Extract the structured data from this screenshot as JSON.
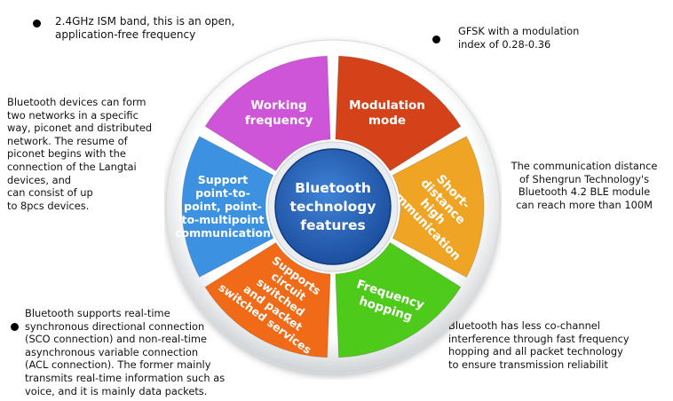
{
  "center": {
    "lines": [
      "Bluetooth",
      "technology",
      "features"
    ]
  },
  "segments": [
    {
      "key": "working-frequency",
      "lines": [
        "Working",
        "frequency"
      ],
      "color": "#cf55d8"
    },
    {
      "key": "modulation-mode",
      "lines": [
        "Modulation",
        "mode"
      ],
      "color": "#d4421a"
    },
    {
      "key": "short-distance",
      "lines": [
        "Short-",
        "distance",
        "high",
        "communication"
      ],
      "color": "#f0a424"
    },
    {
      "key": "frequency-hopping",
      "lines": [
        "Frequency",
        "hopping"
      ],
      "color": "#4ecb1a"
    },
    {
      "key": "circuit-packet",
      "lines": [
        "Supports",
        "circuit",
        "switched",
        "and packet",
        "switched services"
      ],
      "color": "#f06a17"
    },
    {
      "key": "point-to-point",
      "lines": [
        "Support",
        "point-to-",
        "point, point-",
        "to-multipoint",
        "communication"
      ],
      "color": "#3c92e0"
    }
  ],
  "notes": {
    "top_left": "2.4GHz ISM band, this is an open,\napplication-free frequency",
    "top_right": "GFSK with a modulation\nindex of 0.28-0.36",
    "left": "Bluetooth devices can form\ntwo networks in a specific\nway, piconet and distributed\nnetwork. The resume of\npiconet begins with the\nconnection of the Langtai\ndevices, and\ncan consist of up\nto 8pcs devices.",
    "right": "The communication distance\nof Shengrun Technology's\nBluetooth 4.2 BLE module\ncan reach more than 100M",
    "bottom_left": "Bluetooth supports real-time\nsynchronous directional connection\n(SCO connection) and non-real-time\nasynchronous variable connection\n(ACL connection). The former mainly\ntransmits real-time information such as\nvoice, and it is mainly data packets.",
    "bottom_right": "Bluetooth has less co-channel\ninterference through fast frequency\nhopping and all packet technology\nto ensure transmission reliabilit"
  }
}
